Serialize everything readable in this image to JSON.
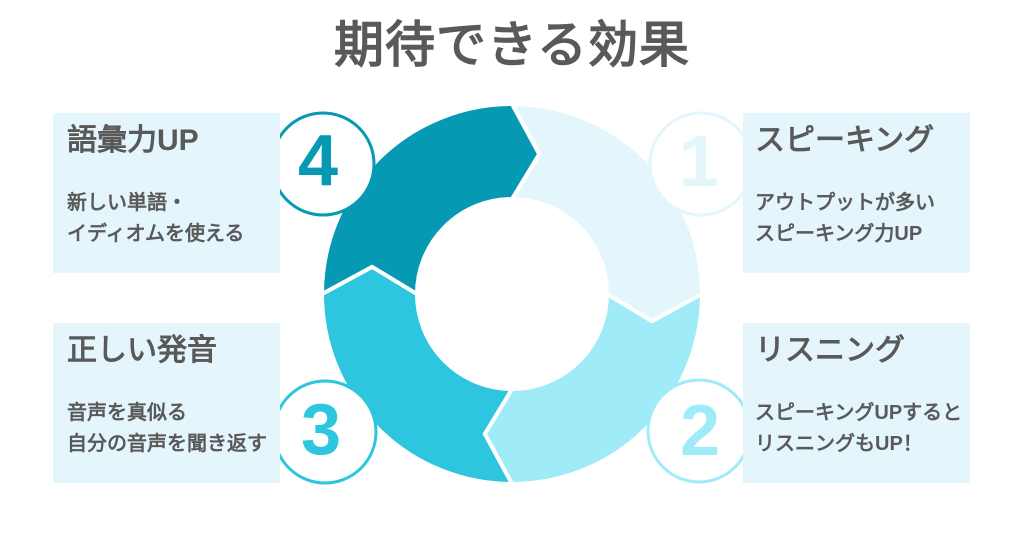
{
  "title": "期待できる効果",
  "colors": {
    "text": "#595959",
    "card_background": "#E4F5FB",
    "background": "#FFFFFF"
  },
  "steps": [
    {
      "number": "1",
      "heading": "スピーキング",
      "lines": [
        "アウトプットが多い",
        "スピーキング力UP"
      ],
      "color": "#E3F6FB",
      "position": "top-right"
    },
    {
      "number": "2",
      "heading": "リスニング",
      "lines": [
        "スピーキングUPすると",
        "リスニングもUP！"
      ],
      "color": "#A0EBF8",
      "position": "bottom-right"
    },
    {
      "number": "3",
      "heading": "正しい発音",
      "lines": [
        "音声を真似る",
        "自分の音声を聞き返す"
      ],
      "color": "#2EC5DF",
      "position": "bottom-left"
    },
    {
      "number": "4",
      "heading": "語彙力UP",
      "lines": [
        "新しい単語・",
        "イディオムを使える"
      ],
      "color": "#0599B3",
      "position": "top-left"
    }
  ]
}
